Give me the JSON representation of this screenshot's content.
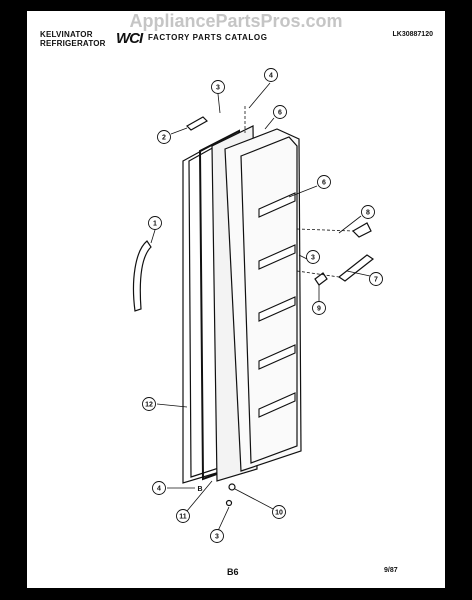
{
  "watermark": "AppliancePartsPros.com",
  "header": {
    "brand_line1": "KELVINATOR",
    "brand_line2": "REFRIGERATOR",
    "logo": "WCI",
    "catalog": "FACTORY PARTS CATALOG",
    "model": "LK30887120"
  },
  "footer": {
    "page_code": "B6",
    "date": "9/87"
  },
  "callouts": [
    {
      "id": "callout-1",
      "label": "1"
    },
    {
      "id": "callout-2",
      "label": "2"
    },
    {
      "id": "callout-3a",
      "label": "3"
    },
    {
      "id": "callout-3b",
      "label": "3"
    },
    {
      "id": "callout-3c",
      "label": "3"
    },
    {
      "id": "callout-4a",
      "label": "4"
    },
    {
      "id": "callout-4b",
      "label": "4"
    },
    {
      "id": "callout-6a",
      "label": "6"
    },
    {
      "id": "callout-6b",
      "label": "6"
    },
    {
      "id": "callout-7",
      "label": "7"
    },
    {
      "id": "callout-8",
      "label": "8"
    },
    {
      "id": "callout-9",
      "label": "9"
    },
    {
      "id": "callout-10",
      "label": "10"
    },
    {
      "id": "callout-11",
      "label": "11"
    },
    {
      "id": "callout-12",
      "label": "12"
    }
  ],
  "markers": {
    "b": "B"
  }
}
